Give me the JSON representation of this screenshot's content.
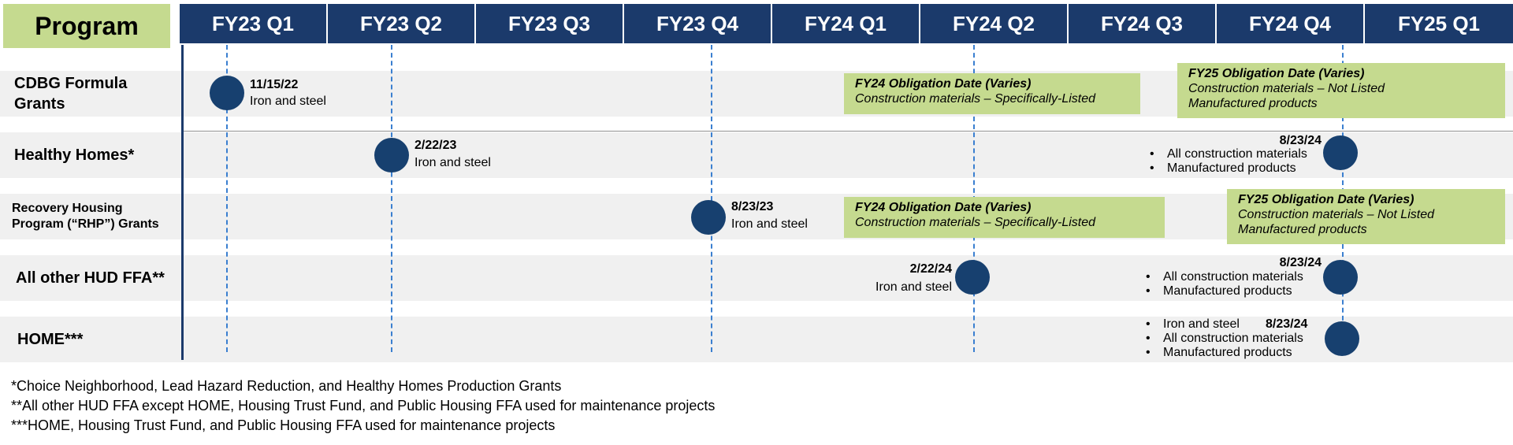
{
  "header": {
    "program_label": "Program",
    "quarters": [
      "FY23 Q1",
      "FY23 Q2",
      "FY23 Q3",
      "FY23 Q4",
      "FY24 Q1",
      "FY24 Q2",
      "FY24 Q3",
      "FY24 Q4",
      "FY25 Q1"
    ]
  },
  "rows": {
    "cdbg": {
      "label": "CDBG Formula Grants",
      "event1": {
        "date": "11/15/22",
        "note": "Iron and steel"
      },
      "box1": {
        "title": "FY24 Obligation Date (Varies)",
        "line1": "Construction materials – Specifically-Listed"
      },
      "box2": {
        "title": "FY25 Obligation Date (Varies)",
        "line1": "Construction materials – Not Listed",
        "line2": "Manufactured products"
      }
    },
    "healthy": {
      "label": "Healthy Homes*",
      "event1": {
        "date": "2/22/23",
        "note": "Iron and steel"
      },
      "event2": {
        "date": "8/23/24",
        "items": [
          "All construction materials",
          "Manufactured products"
        ]
      }
    },
    "rhp": {
      "label": "Recovery Housing Program (“RHP”) Grants",
      "event1": {
        "date": "8/23/23",
        "note": "Iron and steel"
      },
      "box1": {
        "title": "FY24 Obligation Date (Varies)",
        "line1": "Construction materials – Specifically-Listed"
      },
      "box2": {
        "title": "FY25 Obligation Date (Varies)",
        "line1": "Construction materials – Not Listed",
        "line2": "Manufactured products"
      }
    },
    "other": {
      "label": "All other HUD FFA**",
      "event1": {
        "date": "2/22/24",
        "note": "Iron and steel"
      },
      "event2": {
        "date": "8/23/24",
        "items": [
          "All construction materials",
          "Manufactured products"
        ]
      }
    },
    "home": {
      "label": "HOME***",
      "event1": {
        "date": "8/23/24",
        "items": [
          "Iron and steel",
          "All construction materials",
          "Manufactured products"
        ]
      }
    }
  },
  "footnotes": [
    "*Choice Neighborhood, Lead Hazard Reduction, and Healthy Homes Production Grants",
    "**All other HUD FFA except HOME, Housing Trust Fund, and Public Housing FFA used for maintenance projects",
    "***HOME, Housing Trust Fund, and Public Housing FFA used for maintenance projects"
  ],
  "colors": {
    "navy": "#1b3a6b",
    "green": "#c5da8f",
    "band": "#f0f0f0",
    "dash": "#3a7fd0"
  }
}
